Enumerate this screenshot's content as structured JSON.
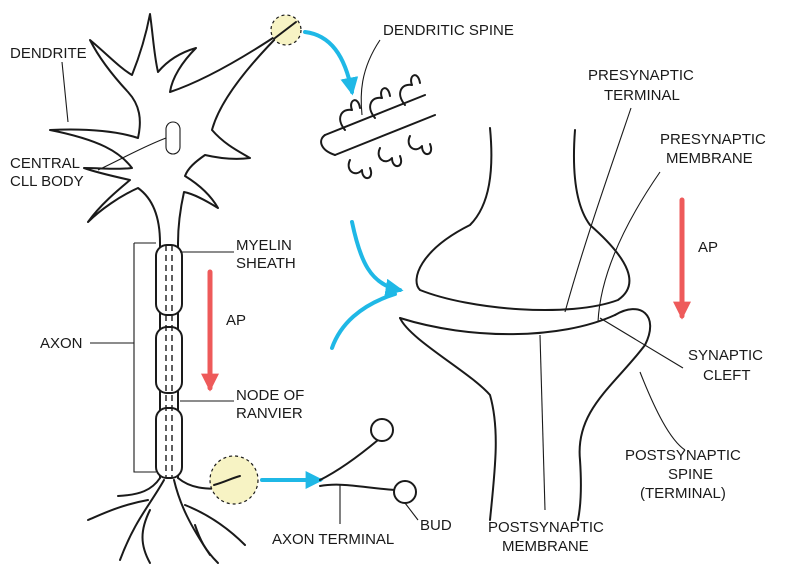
{
  "labels": {
    "dendrite": "DENDRITE",
    "central_cell_body_line1": "CENTRAL",
    "central_cell_body_line2": "CLL BODY",
    "dendritic_spine": "DENDRITIC SPINE",
    "myelin_sheath_line1": "MYELIN",
    "myelin_sheath_line2": "SHEATH",
    "ap_left": "AP",
    "axon": "AXON",
    "node_of_ranvier_line1": "NODE OF",
    "node_of_ranvier_line2": "RANVIER",
    "axon_terminal": "AXON TERMINAL",
    "bud": "BUD",
    "presynaptic_terminal_line1": "PRESYNAPTIC",
    "presynaptic_terminal_line2": "TERMINAL",
    "presynaptic_membrane_line1": "PRESYNAPTIC",
    "presynaptic_membrane_line2": "MEMBRANE",
    "ap_right": "AP",
    "synaptic_cleft_line1": "SYNAPTIC",
    "synaptic_cleft_line2": "CLEFT",
    "postsynaptic_spine_line1": "POSTSYNAPTIC",
    "postsynaptic_spine_line2": "SPINE",
    "postsynaptic_spine_line3": "(TERMINAL)",
    "postsynaptic_membrane_line1": "POSTSYNAPTIC",
    "postsynaptic_membrane_line2": "MEMBRANE"
  },
  "colors": {
    "outline": "#1a1a1a",
    "flow_arrow": "#1fb8e6",
    "ap_arrow": "#ee5a5a",
    "highlight_fill": "#f7f3c4"
  }
}
